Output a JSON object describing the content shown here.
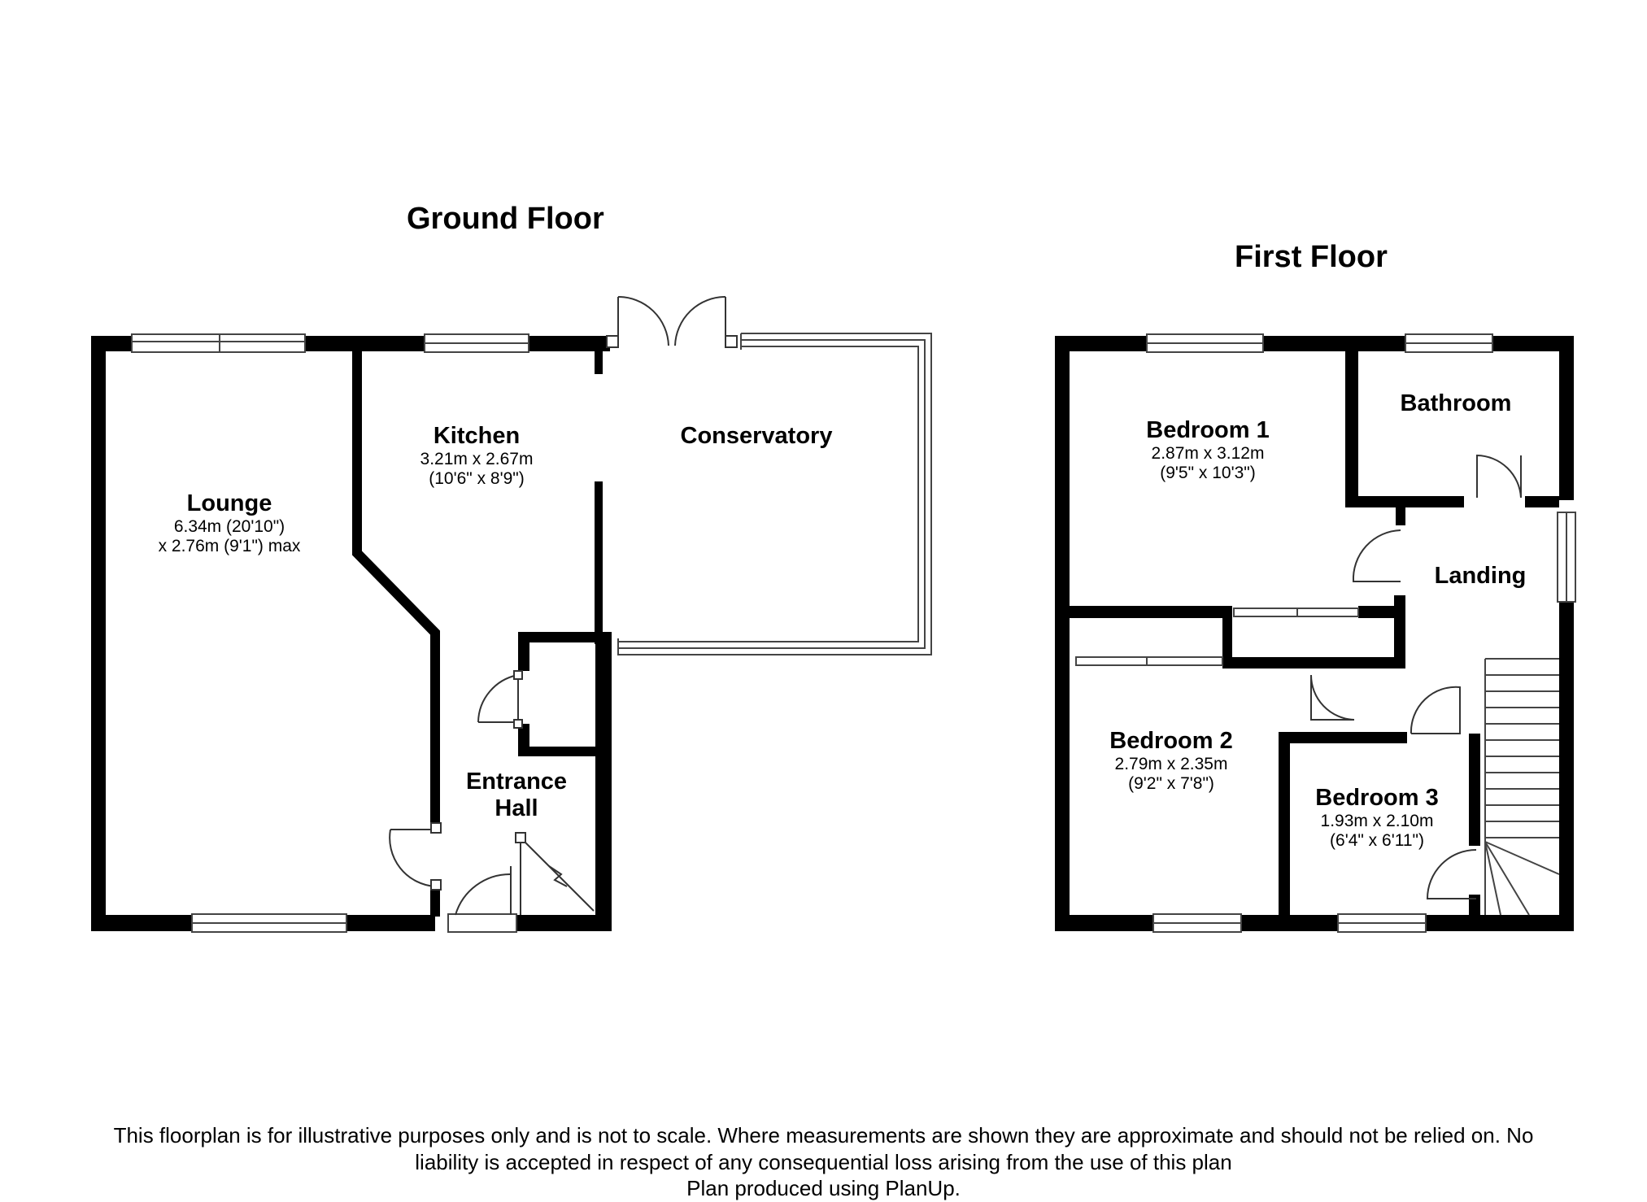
{
  "floors": {
    "ground": {
      "title": "Ground Floor",
      "rooms": {
        "lounge": {
          "name": "Lounge",
          "dim1": "6.34m (20'10\")",
          "dim2": "x 2.76m (9'1\") max"
        },
        "kitchen": {
          "name": "Kitchen",
          "dim1": "3.21m x 2.67m",
          "dim2": "(10'6\" x 8'9\")"
        },
        "conservatory": {
          "name": "Conservatory"
        },
        "entrance_hall": {
          "name1": "Entrance",
          "name2": "Hall"
        }
      }
    },
    "first": {
      "title": "First Floor",
      "rooms": {
        "bedroom1": {
          "name": "Bedroom 1",
          "dim1": "2.87m x 3.12m",
          "dim2": "(9'5\" x 10'3\")"
        },
        "bathroom": {
          "name": "Bathroom"
        },
        "landing": {
          "name": "Landing"
        },
        "bedroom2": {
          "name": "Bedroom 2",
          "dim1": "2.79m x 2.35m",
          "dim2": "(9'2\" x 7'8\")"
        },
        "bedroom3": {
          "name": "Bedroom 3",
          "dim1": "1.93m x 2.10m",
          "dim2": "(6'4\" x 6'11\")"
        }
      }
    }
  },
  "footer": {
    "line1": "This floorplan is for illustrative purposes only and is not to scale. Where measurements are shown they are approximate and should not be relied on. No",
    "line2": "liability is accepted in respect of any consequential loss arising from the use of this plan",
    "line3": "Plan produced using PlanUp."
  },
  "colors": {
    "wall": "#000000",
    "window": "#ffffff",
    "line": "#333333"
  }
}
